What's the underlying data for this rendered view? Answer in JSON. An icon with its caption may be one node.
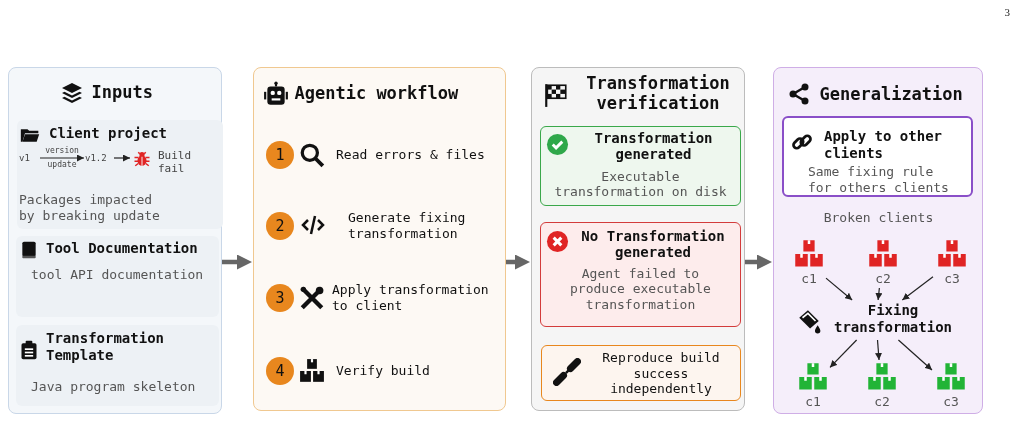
{
  "diagram": {
    "nodes": [
      {
        "text": [
          "Inputs"
        ]
      },
      {
        "text": [
          "Client project",
          "Packages impacted by breaking update"
        ],
        "in": 0
      },
      {
        "text": [
          "v1"
        ],
        "in": 1
      },
      {
        "text": [
          "v1.2"
        ],
        "in": 1
      },
      {
        "text": [
          "Build fail"
        ],
        "in": 1
      },
      {
        "text": [
          "Tool Documentation",
          "tool API documentation"
        ],
        "in": 0
      },
      {
        "text": [
          "Transformation Template",
          "Java program skeleton"
        ],
        "in": 0
      },
      {
        "text": [
          "Agentic workflow"
        ]
      },
      {
        "text": [
          "1",
          "Read errors & files"
        ],
        "in": 7
      },
      {
        "text": [
          "2",
          "Generate fixing transformation"
        ],
        "in": 7
      },
      {
        "text": [
          "3",
          "Apply transformation to client"
        ],
        "in": 7
      },
      {
        "text": [
          "4",
          "Verify build"
        ],
        "in": 7
      },
      {
        "text": [
          "Transformation verification"
        ]
      },
      {
        "text": [
          "Transformation generated",
          "Executable transformation on disk"
        ],
        "in": 12
      },
      {
        "text": [
          "No Transformation generated",
          "Agent failed to produce executable transformation"
        ],
        "in": 12
      },
      {
        "text": [
          "Reproduce build success independently"
        ],
        "in": 12
      },
      {
        "text": [
          "Generalization"
        ]
      },
      {
        "text": [
          "Apply to other clients",
          "Same fixing rule for others clients"
        ],
        "in": 16
      },
      {
        "text": [
          "c1"
        ],
        "in": 16
      },
      {
        "text": [
          "c2"
        ],
        "in": 16
      },
      {
        "text": [
          "c3"
        ],
        "in": 16
      },
      {
        "text": [
          "Fixing transformation"
        ],
        "in": 16
      },
      {
        "text": [
          "c1"
        ],
        "in": 16
      },
      {
        "text": [
          "c2"
        ],
        "in": 16
      },
      {
        "text": [
          "c3"
        ],
        "in": 16
      }
    ],
    "edges": [
      {
        "from": 0,
        "to": 7,
        "arrow": "to",
        "style": "thick",
        "color": "#666666"
      },
      {
        "from": 7,
        "to": 12,
        "arrow": "to",
        "style": "thick",
        "color": "#666666"
      },
      {
        "from": 12,
        "to": 16,
        "arrow": "to",
        "style": "thick",
        "color": "#666666"
      },
      {
        "from": 2,
        "to": 3,
        "arrow": "to",
        "label": "version update"
      },
      {
        "from": 3,
        "to": 4,
        "arrow": "to"
      },
      {
        "from": 18,
        "to": 21,
        "arrow": "to"
      },
      {
        "from": 19,
        "to": 21,
        "arrow": "to"
      },
      {
        "from": 20,
        "to": 21,
        "arrow": "to"
      },
      {
        "from": 21,
        "to": 22,
        "arrow": "to"
      },
      {
        "from": 21,
        "to": 23,
        "arrow": "to"
      },
      {
        "from": 21,
        "to": 24,
        "arrow": "to"
      }
    ],
    "labels": [
      "3",
      "Broken clients"
    ]
  }
}
